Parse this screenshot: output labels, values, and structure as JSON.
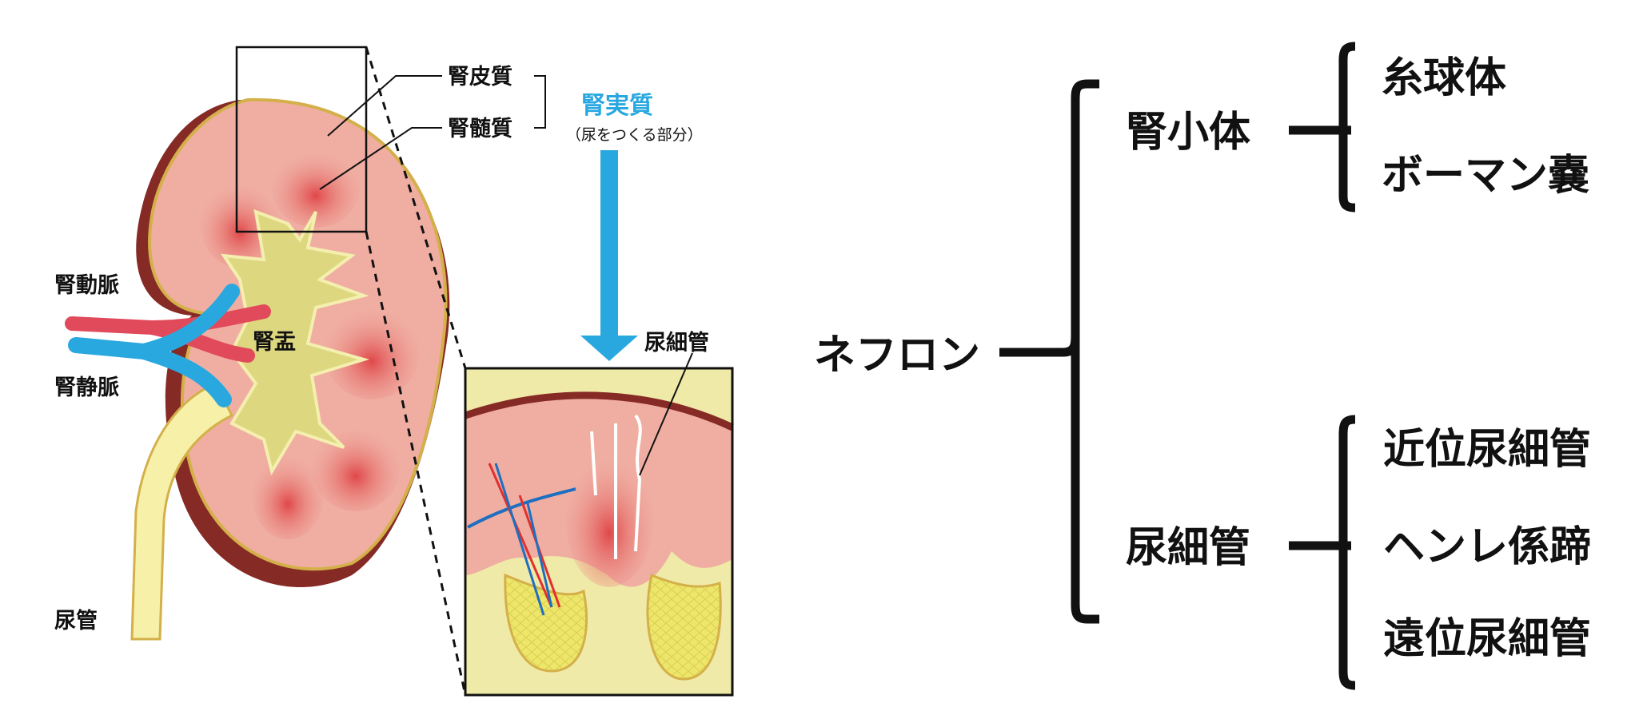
{
  "left": {
    "labels": {
      "renal_artery": "腎動脈",
      "renal_vein": "腎静脈",
      "ureter": "尿管",
      "renal_pelvis": "腎盂",
      "cortex": "腎皮質",
      "medulla": "腎髄質",
      "parenchyma": "腎実質",
      "parenchyma_note": "（尿をつくる部分）",
      "tubule": "尿細管"
    }
  },
  "right": {
    "root": "ネフロン",
    "branches": [
      {
        "label": "腎小体",
        "children": [
          "糸球体",
          "ボーマン嚢"
        ]
      },
      {
        "label": "尿細管",
        "children": [
          "近位尿細管",
          "ヘンレ係蹄",
          "遠位尿細管"
        ]
      }
    ]
  },
  "colors": {
    "accent": "#29a8e0",
    "cortex": "#f0aea2",
    "medulla": "#e0484a",
    "pelvis": "#ddd780",
    "capsule": "#862a26",
    "artery": "#e04a5a",
    "vein": "#29a8e0"
  }
}
